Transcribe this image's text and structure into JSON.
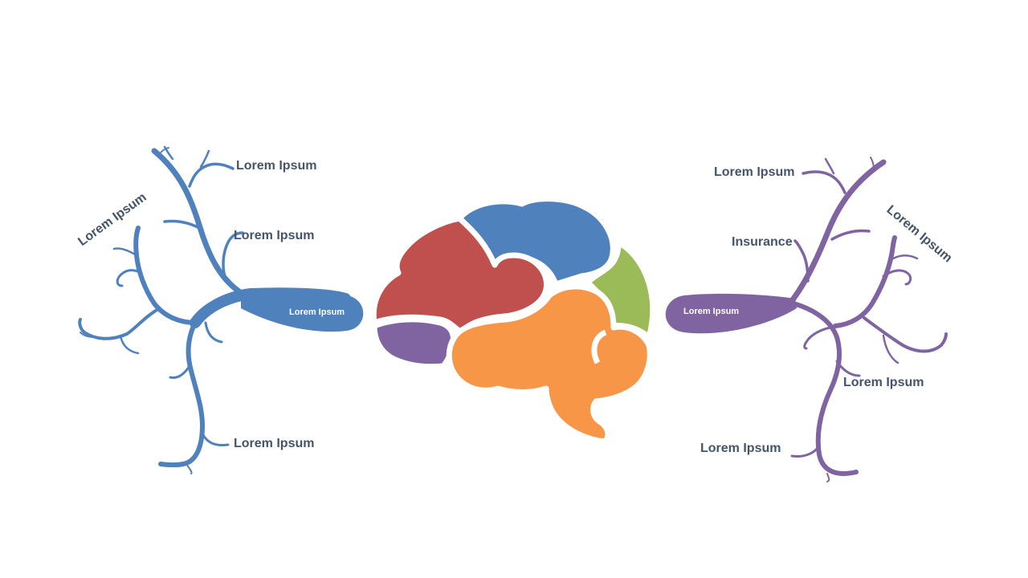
{
  "colors": {
    "left_tree": "#4f81bd",
    "right_tree": "#8064a2",
    "brain_red": "#c0504d",
    "brain_blue": "#4f81bd",
    "brain_green": "#9bbb59",
    "brain_orange": "#f79646",
    "brain_purple": "#8064a2",
    "label_text": "#44546a"
  },
  "left_tree": {
    "stem_label": "Lorem Ipsum",
    "labels": [
      "Lorem Ipsum",
      "Lorem Ipsum",
      "Lorem Ipsum",
      "Lorem Ipsum"
    ]
  },
  "right_tree": {
    "stem_label": "Lorem Ipsum",
    "labels": [
      "Lorem Ipsum",
      "Insurance",
      "Lorem Ipsum",
      "Lorem Ipsum",
      "Lorem Ipsum"
    ]
  }
}
